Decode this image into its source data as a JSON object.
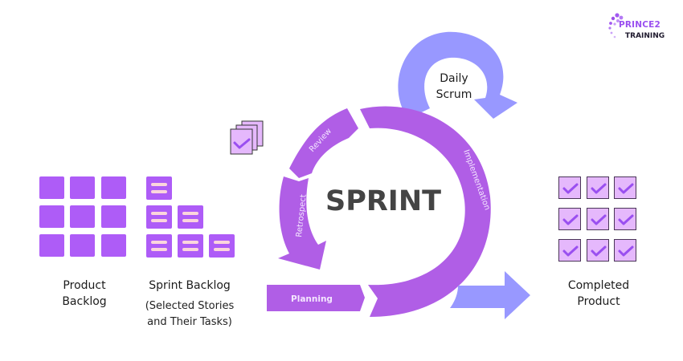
{
  "brand": {
    "logo_line1": "PRINCE2",
    "logo_line2": "TRAINING",
    "colors": {
      "primary_purple": "#ae5cf7",
      "cycle_purple": "#b05ee6",
      "periwinkle": "#9898ff",
      "light_purple": "#e5b8fc",
      "task_bar": "#fbd5dc",
      "text_dark": "#1c1c1c",
      "sprint_text": "#444444"
    }
  },
  "product_backlog": {
    "label_line1": "Product",
    "label_line2": "Backlog",
    "tile_count": 9
  },
  "sprint_backlog": {
    "label": "Sprint Backlog",
    "sublabel_line1": "(Selected Stories",
    "sublabel_line2": "and Their Tasks)",
    "tile_rows": [
      1,
      2,
      3
    ]
  },
  "sprint_cycle": {
    "center_title": "SPRINT",
    "phases": [
      "Planning",
      "Implementation",
      "Review",
      "Retrospect"
    ]
  },
  "daily_scrum": {
    "label_line1": "Daily",
    "label_line2": "Scrum"
  },
  "completed_product": {
    "label_line1": "Completed",
    "label_line2": "Product",
    "tile_count": 9
  },
  "icons": {
    "stacked_docs": "stacked-documents-check-icon",
    "check": "checkmark-icon"
  }
}
